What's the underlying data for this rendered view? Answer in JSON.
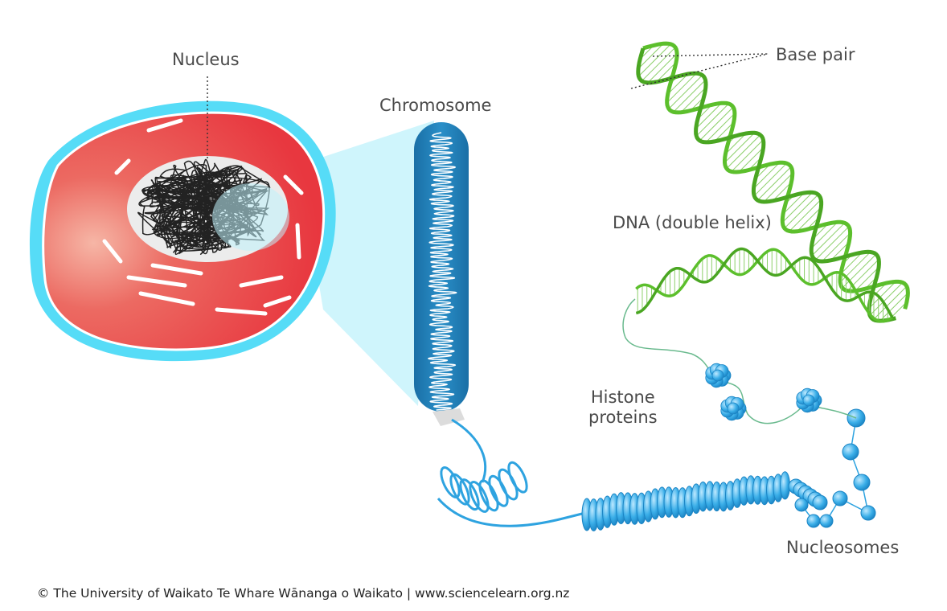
{
  "labels": {
    "nucleus": "Nucleus",
    "chromosome": "Chromosome",
    "base_pair": "Base pair",
    "dna": "DNA (double helix)",
    "histone_line1": "Histone",
    "histone_line2": "proteins",
    "nucleosomes": "Nucleosomes"
  },
  "credit": "© The University of Waikato Te Whare Wānanga o Waikato | www.sciencelearn.org.nz",
  "colors": {
    "cell_red": "#e8373f",
    "membrane_cyan": "#56dcf7",
    "nucleus_fill": "#ececec",
    "chromatin": "#222222",
    "chromosome_blue": "#1f7fb8",
    "dna_green": "#5cbf2c",
    "nucleosome_blue": "#33a9e6",
    "zoom_cyan": "#bff2fb",
    "label_gray": "#4a4a4a"
  }
}
